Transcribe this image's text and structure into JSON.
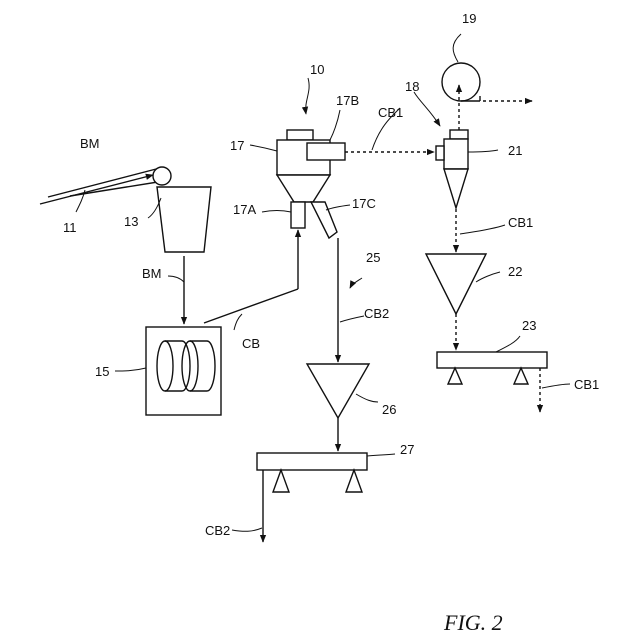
{
  "figure": {
    "caption": "FIG. 2",
    "labels": {
      "n10": "10",
      "n11": "11",
      "n13": "13",
      "n15": "15",
      "n17": "17",
      "n17A": "17A",
      "n17B": "17B",
      "n17C": "17C",
      "n18": "18",
      "n19": "19",
      "n21": "21",
      "n22": "22",
      "n23": "23",
      "n25": "25",
      "n26": "26",
      "n27": "27",
      "bm_top": "BM",
      "bm_mid": "BM",
      "cb": "CB",
      "cb1_a": "CB1",
      "cb1_b": "CB1",
      "cb1_c": "CB1",
      "cb2_a": "CB2",
      "cb2_b": "CB2"
    }
  }
}
